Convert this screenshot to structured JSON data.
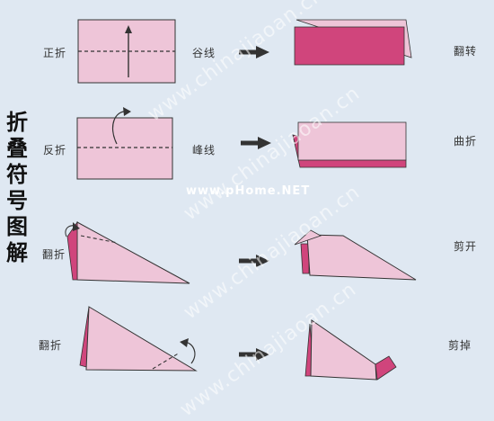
{
  "title": "折叠符号图解",
  "rows": [
    {
      "left_label": "正折",
      "mid_label": "谷线",
      "right_label": "翻转"
    },
    {
      "left_label": "反折",
      "mid_label": "峰线",
      "right_label": "曲折"
    },
    {
      "left_label": "翻折",
      "right_label": "剪开"
    },
    {
      "left_label": "翻折",
      "right_label": "剪掉"
    }
  ],
  "watermarks": {
    "domain": "www.chinajiaoan.cn",
    "center": "www.pHome.NET"
  },
  "colors": {
    "background": "#dfe8f2",
    "paper_light": "#eec5d8",
    "paper_dark": "#d0457c",
    "line": "#333333",
    "arrow": "#333333"
  }
}
